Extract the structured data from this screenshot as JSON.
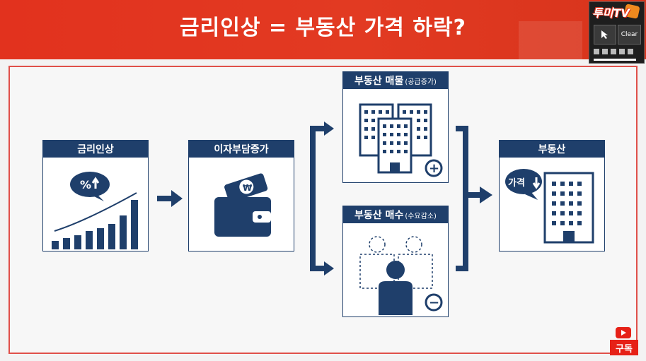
{
  "header": {
    "title": "금리인상 = 부동산 가격 하락?"
  },
  "overlay": {
    "logo_text": "투미TV",
    "clear_label": "Clear",
    "cursor_icon": "cursor-icon"
  },
  "cards": {
    "rate": {
      "title": "금리인상",
      "badge": "%"
    },
    "interest": {
      "title": "이자부담증가",
      "bill_symbol": "₩"
    },
    "supply": {
      "title": "부동산 매물",
      "subtitle": "(공급증가)",
      "sign": "+"
    },
    "demand": {
      "title": "부동산 매수",
      "subtitle": "(수요감소)",
      "sign": "−"
    },
    "result": {
      "title": "부동산",
      "bubble": "가격"
    }
  },
  "subscribe": {
    "label": "구독"
  },
  "colors": {
    "navy": "#1f3f6b",
    "red": "#e2321e",
    "frame": "#e0504a"
  }
}
